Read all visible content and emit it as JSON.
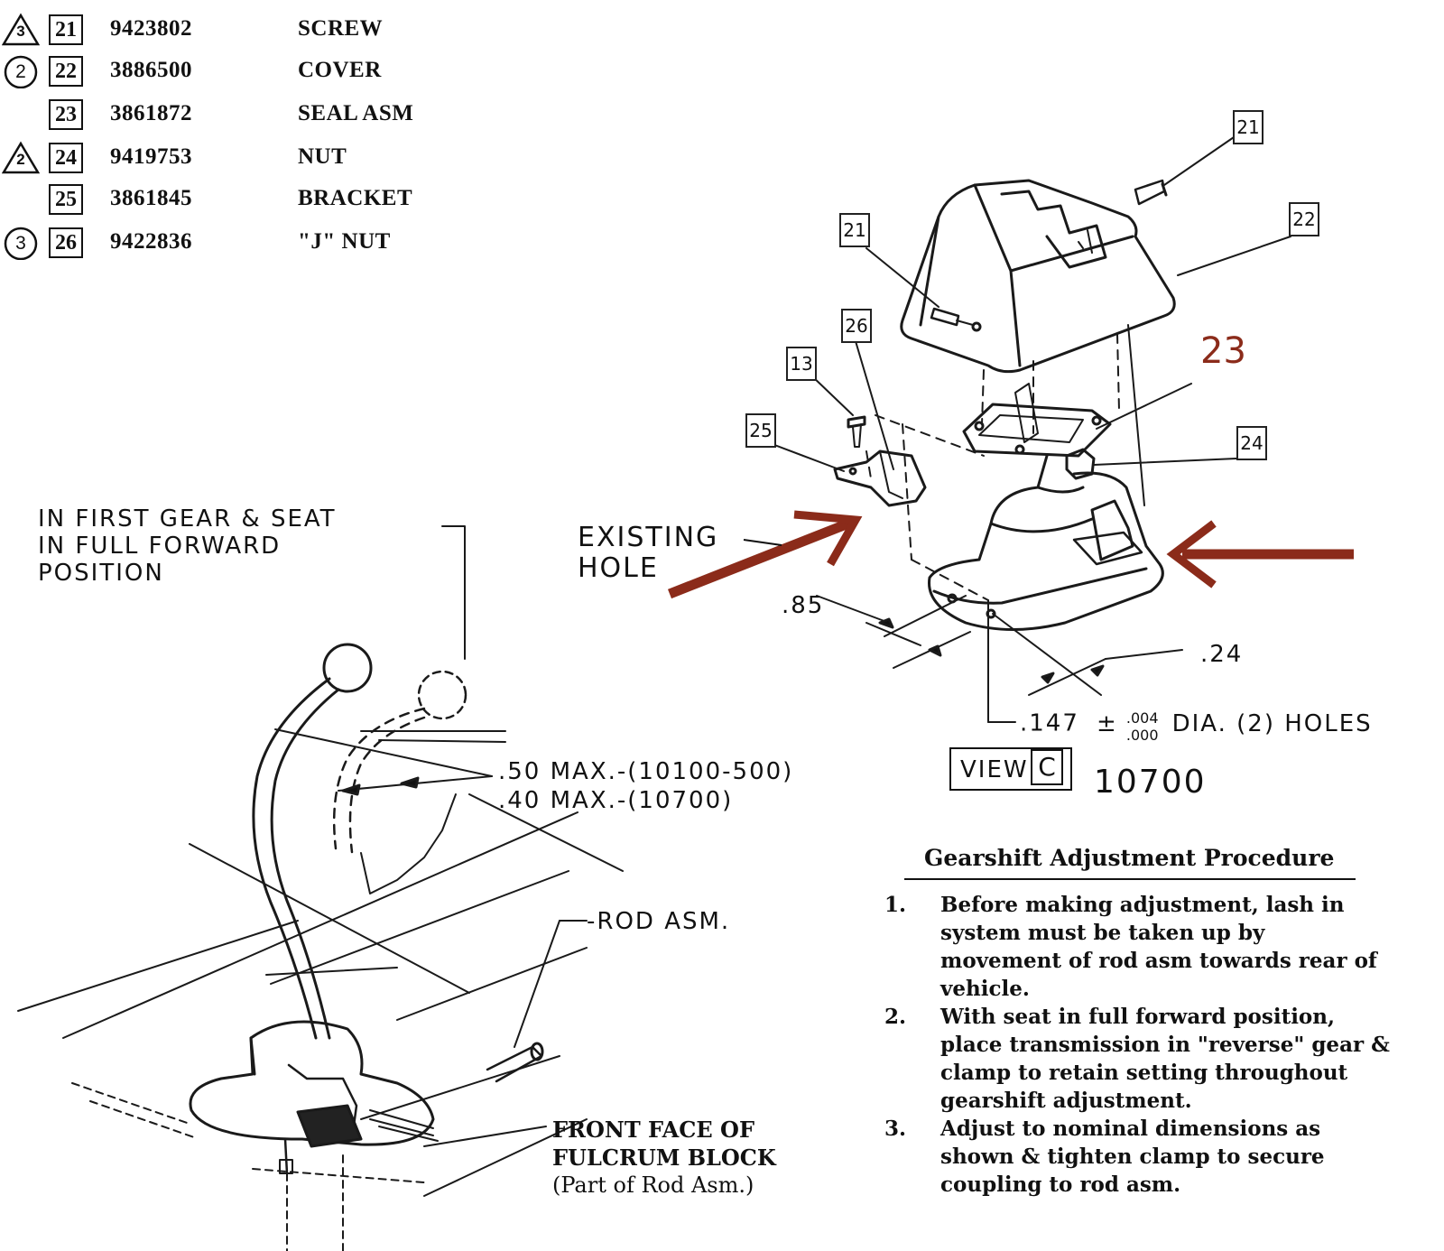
{
  "parts_table": {
    "rows": [
      {
        "mark": "triangle",
        "mark_label": "3",
        "ref": "21",
        "part_no": "9423802",
        "name": "SCREW"
      },
      {
        "mark": "circle",
        "mark_label": "2",
        "ref": "22",
        "part_no": "3886500",
        "name": "COVER"
      },
      {
        "mark": "none",
        "mark_label": "",
        "ref": "23",
        "part_no": "3861872",
        "name": "SEAL ASM"
      },
      {
        "mark": "triangle",
        "mark_label": "2",
        "ref": "24",
        "part_no": "9419753",
        "name": "NUT"
      },
      {
        "mark": "none",
        "mark_label": "",
        "ref": "25",
        "part_no": "3861845",
        "name": "BRACKET"
      },
      {
        "mark": "circle",
        "mark_label": "3",
        "ref": "26",
        "part_no": "9422836",
        "name": "\"J\" NUT"
      }
    ]
  },
  "view_c": {
    "callouts": {
      "c21_top": "21",
      "c22": "22",
      "c21_left": "21",
      "c26": "26",
      "c13": "13",
      "c25": "25",
      "c24": "24"
    },
    "handwritten_23": "23",
    "existing_hole": [
      "EXISTING",
      "HOLE"
    ],
    "dim_85": ".85",
    "dim_24": ".24",
    "hole_spec": {
      "value": ".147",
      "tol_plus": ".004",
      "tol_minus": ".000",
      "pm": "±",
      "rest": "DIA. (2) HOLES"
    },
    "view_label": "VIEW",
    "view_letter": "C",
    "model": "10700"
  },
  "lever_view": {
    "first_gear_note": [
      "IN FIRST GEAR & SEAT",
      "IN FULL FORWARD",
      "POSITION"
    ],
    "max1": ".50 MAX.-(10100-500)",
    "max2": ".40 MAX.-(10700)",
    "rod_asm": "-ROD ASM.",
    "fulcrum": [
      "FRONT FACE OF",
      "FULCRUM BLOCK",
      "(Part of Rod Asm.)"
    ]
  },
  "procedure": {
    "title": "Gearshift Adjustment Procedure",
    "steps": [
      {
        "num": "1.",
        "text": "Before making adjustment, lash in system must be taken up by movement of rod asm towards rear of vehicle."
      },
      {
        "num": "2.",
        "text": "With seat in full forward position, place transmission in \"reverse\" gear & clamp to retain setting throughout gearshift adjustment."
      },
      {
        "num": "3.",
        "text": "Adjust to nominal dimensions as shown & tighten clamp to secure coupling to rod asm."
      }
    ]
  },
  "colors": {
    "ink": "#111111",
    "annotation": "#8b2b1a",
    "paper": "#ffffff"
  }
}
